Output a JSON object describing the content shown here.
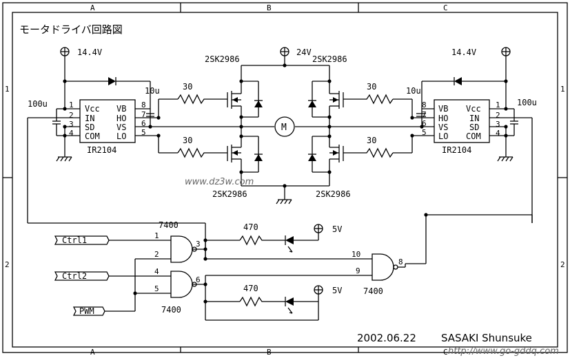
{
  "title": "モータドライバ回路図",
  "border": {
    "cols": [
      "A",
      "B",
      "C"
    ],
    "rows": [
      "1",
      "2"
    ]
  },
  "supplies": {
    "left_vcc": "14.4V",
    "right_vcc": "14.4V",
    "bridge": "24V",
    "led_top": "5V",
    "led_bottom": "5V"
  },
  "drivers": {
    "left": {
      "name": "IR2104",
      "pins_left": [
        "Vcc",
        "IN",
        "SD",
        "COM"
      ],
      "pins_right": [
        "VB",
        "HO",
        "VS",
        "LO"
      ],
      "num_left": [
        "1",
        "2",
        "3",
        "4"
      ],
      "num_right": [
        "8",
        "7",
        "6",
        "5"
      ],
      "cap_boot": "10u",
      "cap_supply": "100u"
    },
    "right": {
      "name": "IR2104",
      "pins_left": [
        "VB",
        "HO",
        "VS",
        "LO"
      ],
      "pins_right": [
        "Vcc",
        "IN",
        "SD",
        "COM"
      ],
      "num_left": [
        "8",
        "7",
        "6",
        "5"
      ],
      "num_right": [
        "1",
        "2",
        "3",
        "4"
      ],
      "cap_boot": "10u",
      "cap_supply": "100u"
    }
  },
  "bridge": {
    "gate_resistors": [
      "30",
      "30",
      "30",
      "30"
    ],
    "mosfet_labels": [
      "2SK2986",
      "2SK2986",
      "2SK2986",
      "2SK2986"
    ],
    "motor": "M"
  },
  "logic": {
    "inputs": [
      "Ctrl1",
      "Ctrl2",
      "PWM"
    ],
    "gate_labels": [
      "7400",
      "7400",
      "7400"
    ],
    "pins": {
      "g1": [
        "1",
        "2",
        "3"
      ],
      "g2": [
        "4",
        "5",
        "6"
      ],
      "g3": [
        "10",
        "9",
        "8"
      ]
    },
    "led_resistors": [
      "470",
      "470"
    ]
  },
  "watermark": "www.dz3w.com",
  "footer": {
    "date": "2002.06.22",
    "author": "SASAKI Shunsuke",
    "url": "http://www.go-gddq.com"
  }
}
